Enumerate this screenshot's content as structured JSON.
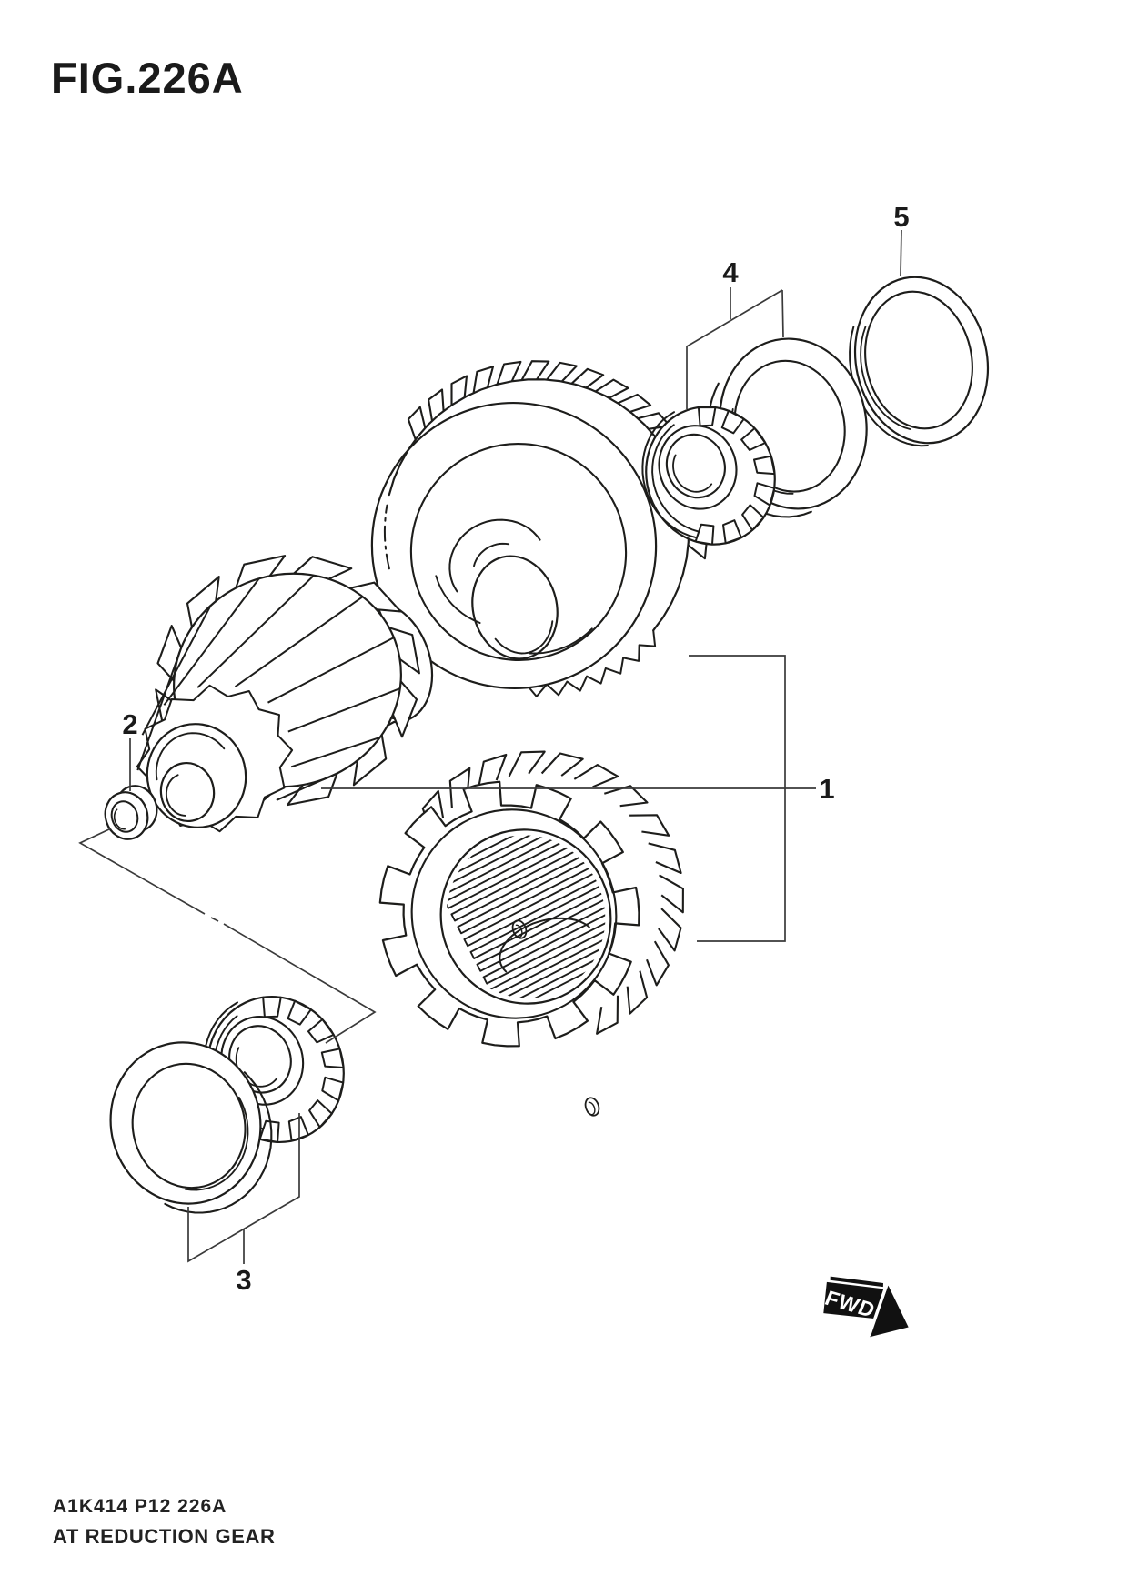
{
  "figure": {
    "title": "FIG.226A"
  },
  "diagram": {
    "fwd_label": "FWD",
    "callouts": [
      {
        "label": "1"
      },
      {
        "label": "2"
      },
      {
        "label": "3"
      },
      {
        "label": "4"
      },
      {
        "label": "5"
      }
    ],
    "line_color": "#1d1d1b",
    "background_color": "#ffffff"
  },
  "footer": {
    "code": "A1K414 P12 226A",
    "caption": "AT REDUCTION GEAR"
  }
}
